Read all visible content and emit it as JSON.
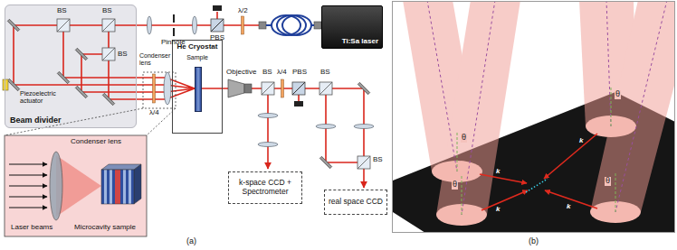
{
  "diagram": {
    "nodes": [
      {
        "text": [
          "Beam divider"
        ]
      },
      {
        "text": [
          "Ti:Sa laser"
        ]
      },
      {
        "text": [
          "He Cryostat"
        ]
      },
      {
        "text": [
          "Sample"
        ],
        "in": 2
      },
      {
        "text": [
          "k-space CCD + Spectrometer"
        ]
      },
      {
        "text": [
          "real space CCD"
        ]
      }
    ],
    "labels": [
      "λ/2",
      "PBS",
      "Pinhole",
      "BS",
      "BS",
      "BS",
      "Piezoelectric actuator",
      "λ/4",
      "Condenser lens",
      "Objective",
      "BS",
      "λ/4",
      "PBS",
      "BS",
      "BS",
      "Condenser lens",
      "Laser beams",
      "Microcavity sample",
      "(a)",
      "θ",
      "θ",
      "θ",
      "θ",
      "k",
      "k",
      "k",
      "k",
      "(b)"
    ]
  }
}
